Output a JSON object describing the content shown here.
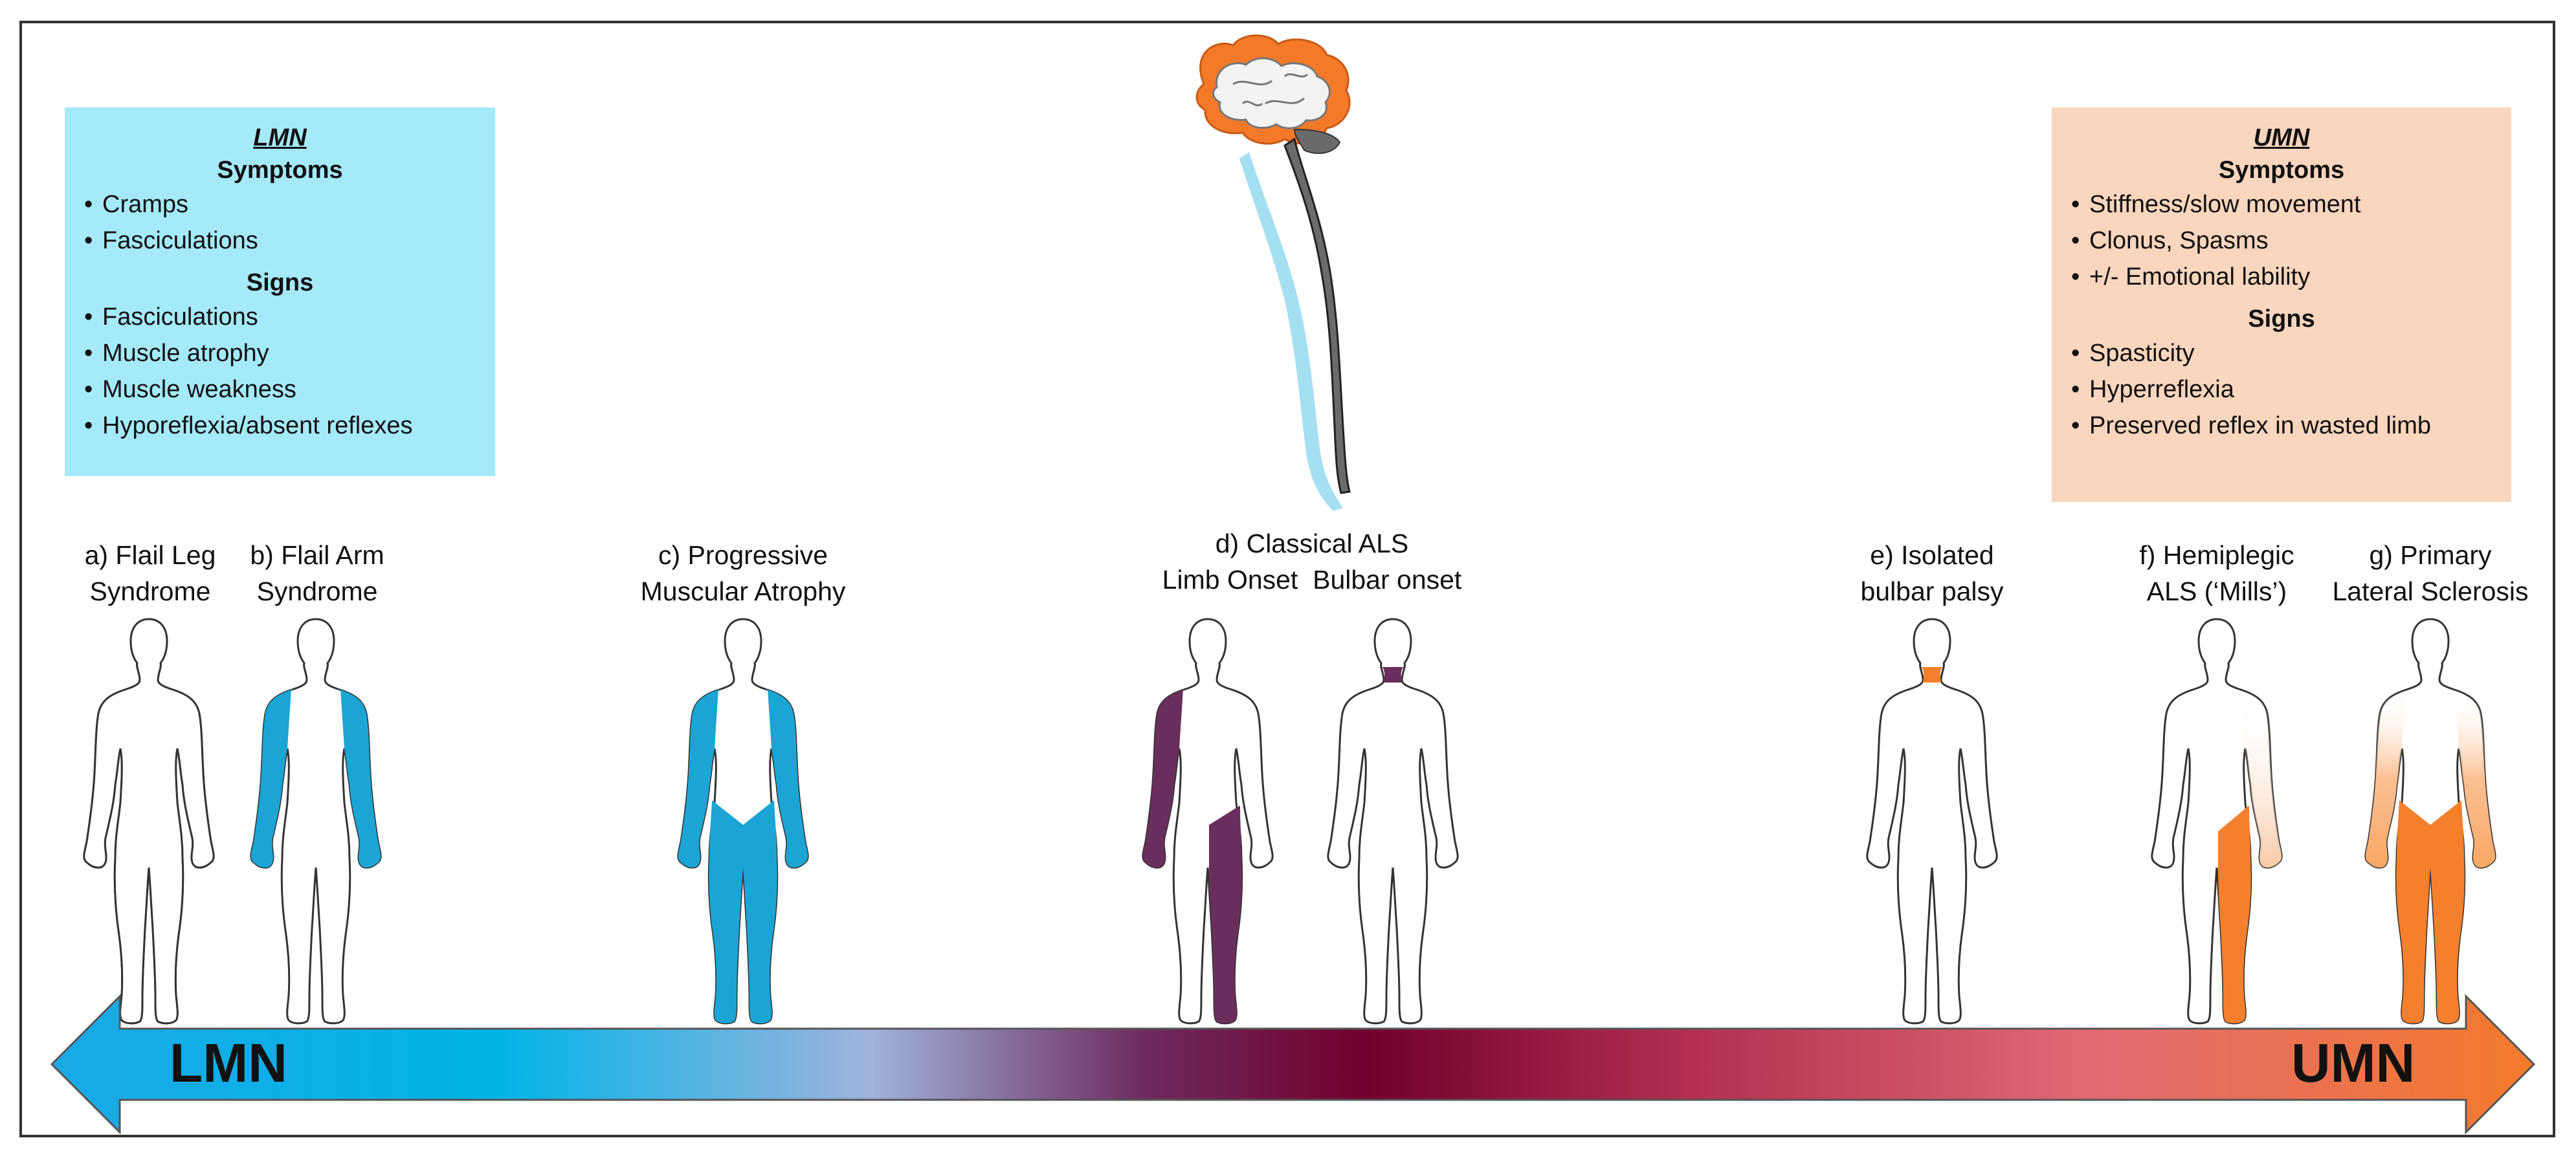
{
  "lmn_box": {
    "title": "LMN",
    "symptoms_heading": "Symptoms",
    "symptoms": [
      "Cramps",
      "Fasciculations"
    ],
    "signs_heading": "Signs",
    "signs": [
      "Fasciculations",
      "Muscle atrophy",
      "Muscle weakness",
      "Hyporeflexia/absent reflexes"
    ],
    "color": "#a5eafb"
  },
  "umn_box": {
    "title": "UMN",
    "symptoms_heading": "Symptoms",
    "symptoms": [
      "Stiffness/slow movement",
      "Clonus, Spasms",
      "+/- Emotional lability"
    ],
    "signs_heading": "Signs",
    "signs": [
      "Spasticity",
      "Hyperreflexia",
      "Preserved reflex in wasted limb"
    ],
    "color": "#fad6be"
  },
  "phenotypes": [
    {
      "id": "a",
      "lines": [
        "a) Flail Leg",
        "Syndrome"
      ]
    },
    {
      "id": "b",
      "lines": [
        "b) Flail Arm",
        "Syndrome"
      ]
    },
    {
      "id": "c",
      "lines": [
        "c) Progressive",
        "Muscular Atrophy"
      ]
    },
    {
      "id": "d",
      "lines": [
        "d) Classical ALS",
        "Limb Onset  Bulbar onset"
      ]
    },
    {
      "id": "e",
      "lines": [
        "e) Isolated",
        "bulbar palsy"
      ]
    },
    {
      "id": "f",
      "lines": [
        "f) Hemiplegic",
        "ALS (‘Mills’)"
      ]
    },
    {
      "id": "g",
      "lines": [
        "g) Primary",
        "Lateral Sclerosis"
      ]
    }
  ],
  "spectrum_arrow": {
    "left_label": "LMN",
    "right_label": "UMN",
    "gradient_colors": [
      "#1aa9e6",
      "#00b4e8",
      "#9fb3dc",
      "#6e2b5e",
      "#72002e",
      "#b33051",
      "#e06a74",
      "#f47a2a"
    ]
  },
  "highlight_colors": {
    "lmn": "#1aa5d4",
    "classical": "#6a2e5c",
    "umn": "#f47f2c",
    "umn_light": "#f9c9a6"
  },
  "icons": [
    "brain-icon",
    "spinal-cord-icon",
    "human-body-icon"
  ]
}
